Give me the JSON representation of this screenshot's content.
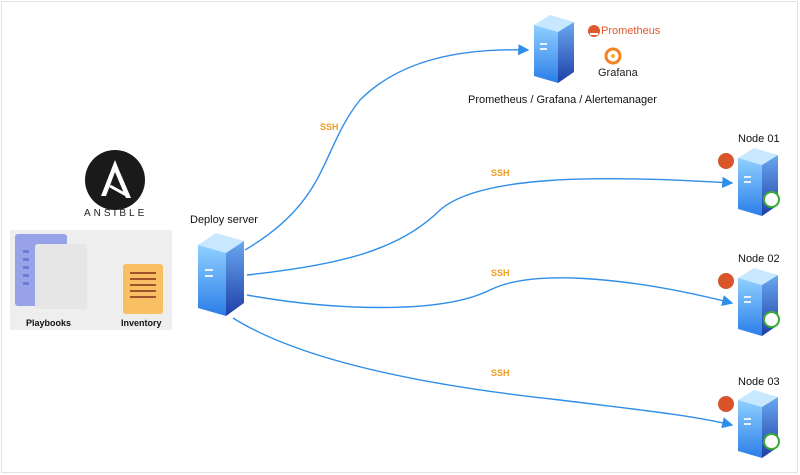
{
  "ansible": {
    "wordmark": "ANSIBLE",
    "playbooks_label": "Playbooks",
    "inventory_label": "Inventory"
  },
  "deploy": {
    "label": "Deploy server"
  },
  "monitor": {
    "label": "Prometheus / Grafana / Alertemanager",
    "prometheus_text": "Prometheus",
    "grafana_text": "Grafana"
  },
  "nodes": [
    {
      "label": "Node 01"
    },
    {
      "label": "Node 02"
    },
    {
      "label": "Node 03"
    }
  ],
  "connections": [
    {
      "label": "SSH",
      "target": "monitor"
    },
    {
      "label": "SSH",
      "target": "Node 01"
    },
    {
      "label": "SSH",
      "target": "Node 02"
    },
    {
      "label": "SSH",
      "target": "Node 03"
    }
  ],
  "colors": {
    "link": "#2f8ee8",
    "ssh": "#f39c1f",
    "prometheus": "#d9532b",
    "check": "#3aa935"
  }
}
